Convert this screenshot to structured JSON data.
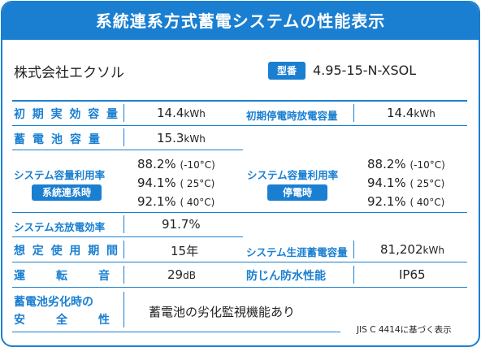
{
  "title": "系統連系方式蓄電システムの性能表示",
  "manufacturer": "株式会社エクソル",
  "model": {
    "badge": "型番",
    "value": "4.95-15-N-XSOL"
  },
  "rows": {
    "initial_capacity": {
      "label": "初期実効容量",
      "value": "14.4",
      "unit": "kWh"
    },
    "initial_blackout_capacity": {
      "label": "初期停電時放電容量",
      "value": "14.4",
      "unit": "kWh"
    },
    "battery_capacity": {
      "label": "蓄電池容量",
      "value": "15.3",
      "unit": "kWh"
    },
    "utilization_grid": {
      "label": "システム容量利用率",
      "badge": "系統連系時",
      "lines": [
        {
          "value": "88.2%",
          "cond": "(-10°C)"
        },
        {
          "value": "94.1%",
          "cond": "( 25°C)"
        },
        {
          "value": "92.1%",
          "cond": "( 40°C)"
        }
      ]
    },
    "utilization_blackout": {
      "label": "システム容量利用率",
      "badge": "停電時",
      "lines": [
        {
          "value": "88.2%",
          "cond": "(-10°C)"
        },
        {
          "value": "94.1%",
          "cond": "( 25°C)"
        },
        {
          "value": "92.1%",
          "cond": "( 40°C)"
        }
      ]
    },
    "charge_efficiency": {
      "label": "システム充放電効率",
      "value": "91.7%"
    },
    "expected_period": {
      "label": "想定使用期間",
      "value": "15年"
    },
    "lifetime_capacity": {
      "label": "システム生涯蓄電容量",
      "value": "81,202",
      "unit": "kWh"
    },
    "noise": {
      "label": "運転音",
      "value": "29",
      "unit": "dB"
    },
    "protection": {
      "label": "防じん防水性能",
      "value": "IP65"
    },
    "deterioration": {
      "label_line1": "蓄電池劣化時の",
      "label_line2": "安全性",
      "value": "蓄電池の劣化監視機能あり"
    }
  },
  "footnote": "JIS C 4414に基づく表示",
  "colors": {
    "accent": "#1a7fd1",
    "text": "#222222"
  }
}
